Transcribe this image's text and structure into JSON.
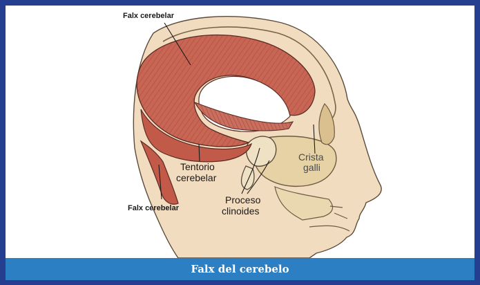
{
  "caption": "Falx del cerebelo",
  "labels": {
    "falx_top": "Falx cerebelar",
    "falx_bottom": "Falx cerebelar",
    "tentorio_line1": "Tentorio",
    "tentorio_line2": "cerebelar",
    "proceso_line1": "Proceso",
    "proceso_line2": "clinoides",
    "crista_line1": "Crista",
    "crista_line2": "galli"
  },
  "colors": {
    "frame": "#253e8f",
    "caption_bar": "#2c7fc3",
    "dura": "#c9695a",
    "skin": "#f2dcc0",
    "bone": "#e7d2a6"
  }
}
